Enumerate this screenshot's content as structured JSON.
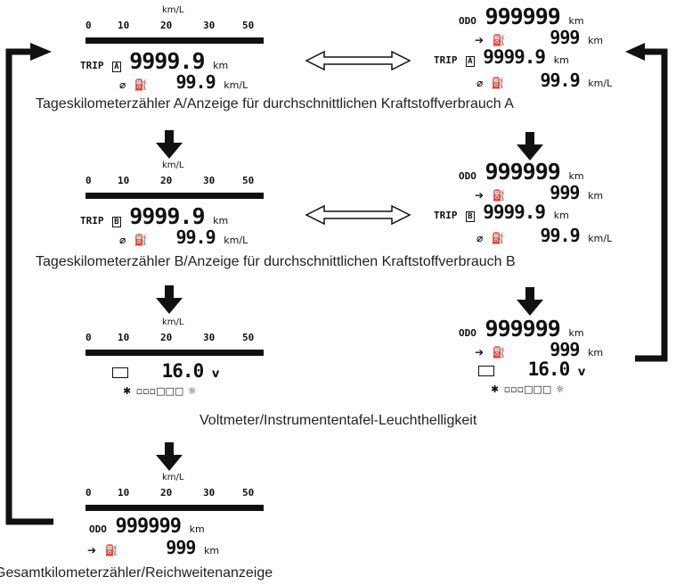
{
  "scale": {
    "unit": "km/L",
    "ticks": [
      "0",
      "10",
      "20",
      "30",
      "50"
    ]
  },
  "labels": {
    "trip": "TRIP",
    "odo": "ODO",
    "trip_a_marker": "A",
    "trip_b_marker": "B",
    "trip_value": "9999.9",
    "odo_value": "999999",
    "range_value": "999",
    "avg_value": "99.9",
    "voltage_value": "16.0",
    "voltage_unit": "v",
    "km": "km",
    "kmL": "km/L"
  },
  "icons": {
    "fuel": "fuel-pump-icon",
    "avg": "average-symbol-icon",
    "battery": "battery-icon",
    "range_arrow": "right-arrow-icon",
    "dim": "dim-brightness-icon",
    "bright": "bright-brightness-icon"
  },
  "captions": {
    "trip_a": "Tageskilometerzähler A/Anzeige für durchschnittlichen Kraftstoffverbrauch A",
    "trip_b": "Tageskilometerzähler B/Anzeige für durchschnittlichen Kraftstoffverbrauch B",
    "voltmeter": "Voltmeter/Instrumententafel-Leuchthelligkeit",
    "odo": "Gesamtkilometerzähler/Reichweitenanzeige"
  },
  "brightness": {
    "level_fraction": 0.5
  },
  "colors": {
    "ink": "#111111"
  }
}
